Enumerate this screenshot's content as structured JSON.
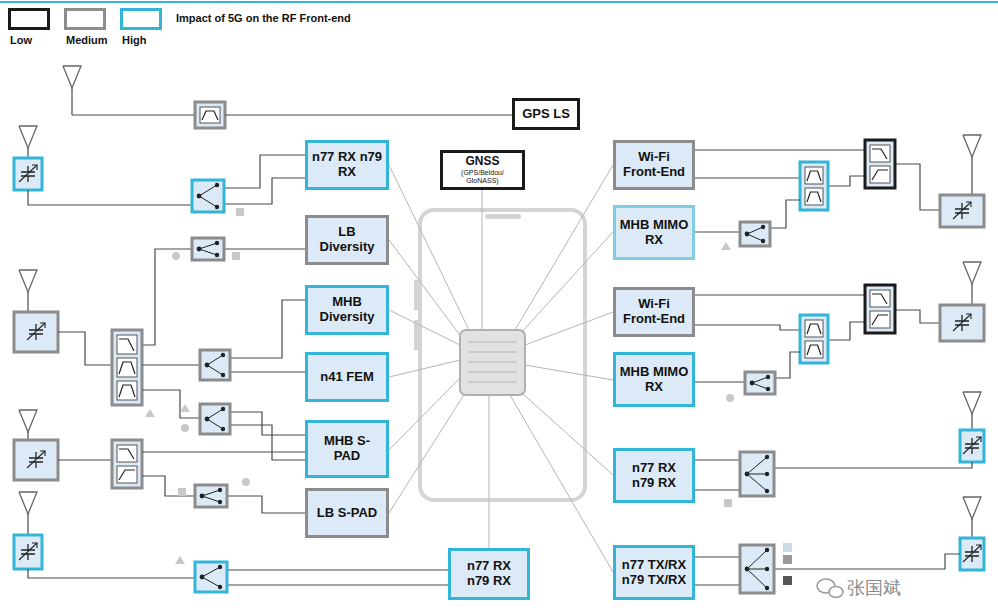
{
  "diagram": {
    "title": "Impact of 5G on the RF Front-end",
    "nodes": [
      {
        "text": [
          "GPS LS"
        ]
      },
      {
        "text": [
          "GNSS",
          "(GPS/Beidou/ GloNASS)"
        ]
      },
      {
        "text": [
          "n77 RX n79 RX"
        ]
      },
      {
        "text": [
          "LB Diversity"
        ]
      },
      {
        "text": [
          "MHB Diversity"
        ]
      },
      {
        "text": [
          "n41 FEM"
        ]
      },
      {
        "text": [
          "MHB S-PAD"
        ]
      },
      {
        "text": [
          "LB S-PAD"
        ]
      },
      {
        "text": [
          "n77 RX n79 RX"
        ]
      },
      {
        "text": [
          "Wi-Fi Front-End"
        ]
      },
      {
        "text": [
          "MHB MIMO RX"
        ]
      },
      {
        "text": [
          "Wi-Fi Front-End"
        ]
      },
      {
        "text": [
          "MHB MIMO RX"
        ]
      },
      {
        "text": [
          "n77 RX n79 RX"
        ]
      },
      {
        "text": [
          "n77 TX/RX n79 TX/RX"
        ]
      }
    ],
    "labels": [
      "张国斌"
    ],
    "legend": [
      {
        "text": "Low",
        "color": "#1a1a1a"
      },
      {
        "text": "Medium",
        "color": "#8c8c8c"
      },
      {
        "text": "High",
        "color": "#33b5d8"
      }
    ]
  }
}
